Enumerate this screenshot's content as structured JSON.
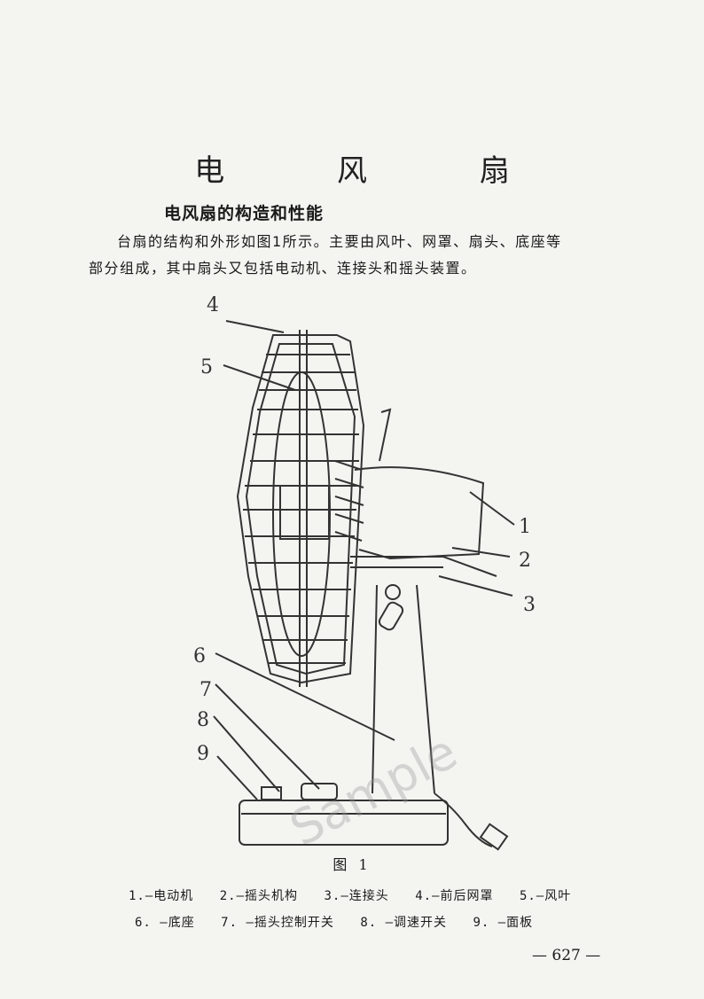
{
  "page": {
    "title": "电 风 扇",
    "section_heading": "电风扇的构造和性能",
    "paragraph": {
      "line1": "台扇的结构和外形如图1所示。主要由风叶、网罩、扇头、底座等",
      "line2": "部分组成，其中扇头又包括电动机、连接头和摇头装置。"
    },
    "figure": {
      "caption": "图 1",
      "callouts": [
        "1",
        "2",
        "3",
        "4",
        "5",
        "6",
        "7",
        "8",
        "9"
      ],
      "watermark": "Sample"
    },
    "legend": {
      "row1": [
        "1.—电动机",
        "2.—摇头机构",
        "3.—连接头",
        "4.—前后网罩",
        "5.—风叶"
      ],
      "row2": [
        "6. —底座",
        "7. —摇头控制开关",
        "8. —调速开关",
        "9. —面板"
      ]
    },
    "page_number": "— 627 —"
  }
}
